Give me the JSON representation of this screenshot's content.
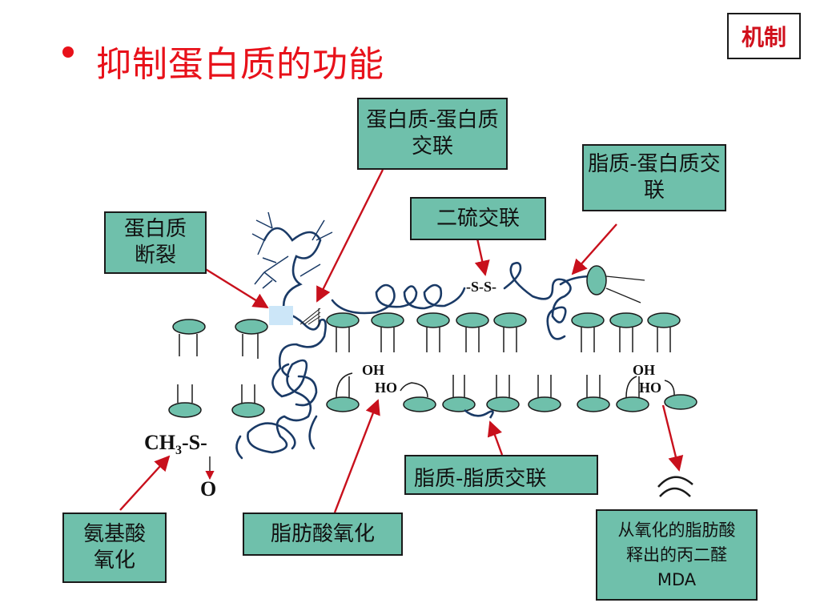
{
  "slide": {
    "title": "抑制蛋白质的功能",
    "badge": "机制"
  },
  "labels": {
    "protein_protein": "蛋白质-蛋白质交联",
    "lipid_protein": "脂质-蛋白质交联",
    "disulfide": "二硫交联",
    "protein_cleavage": "蛋白质断裂",
    "amino_acid_oxidation": "氨基酸氧化",
    "fatty_acid_oxidation": "脂肪酸氧化",
    "lipid_lipid": "脂质-脂质交联",
    "mda_release": "从氧化的脂肪酸释出的丙二醛MDA"
  },
  "chem": {
    "disulfide_bond": "-S-S-",
    "oh": "OH",
    "ho": "HO",
    "ch": "CH",
    "sub3": "3",
    "s_group": "-S-",
    "oxygen": "O"
  },
  "colors": {
    "title": "#e8111a",
    "box_fill": "#6fc0ab",
    "lipid_head": "#6fc0ab",
    "arrow": "#c8101c",
    "marker": "#cce6f8"
  }
}
